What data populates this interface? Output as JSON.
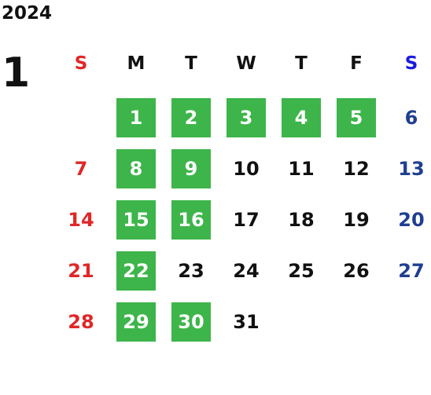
{
  "calendar": {
    "year": "2024",
    "month": "1",
    "weekdays": [
      "S",
      "M",
      "T",
      "W",
      "T",
      "F",
      "S"
    ],
    "first_weekday": 1,
    "days_in_month": 31,
    "highlighted_days": [
      1,
      2,
      3,
      4,
      5,
      8,
      9,
      15,
      16,
      22,
      29,
      30
    ]
  },
  "colors": {
    "text": "#111111",
    "sunday": "#e02727",
    "saturday_header": "#1a1adf",
    "saturday_day": "#1f3f91",
    "highlight_bg": "#3db54a",
    "highlight_text": "#ffffff"
  }
}
